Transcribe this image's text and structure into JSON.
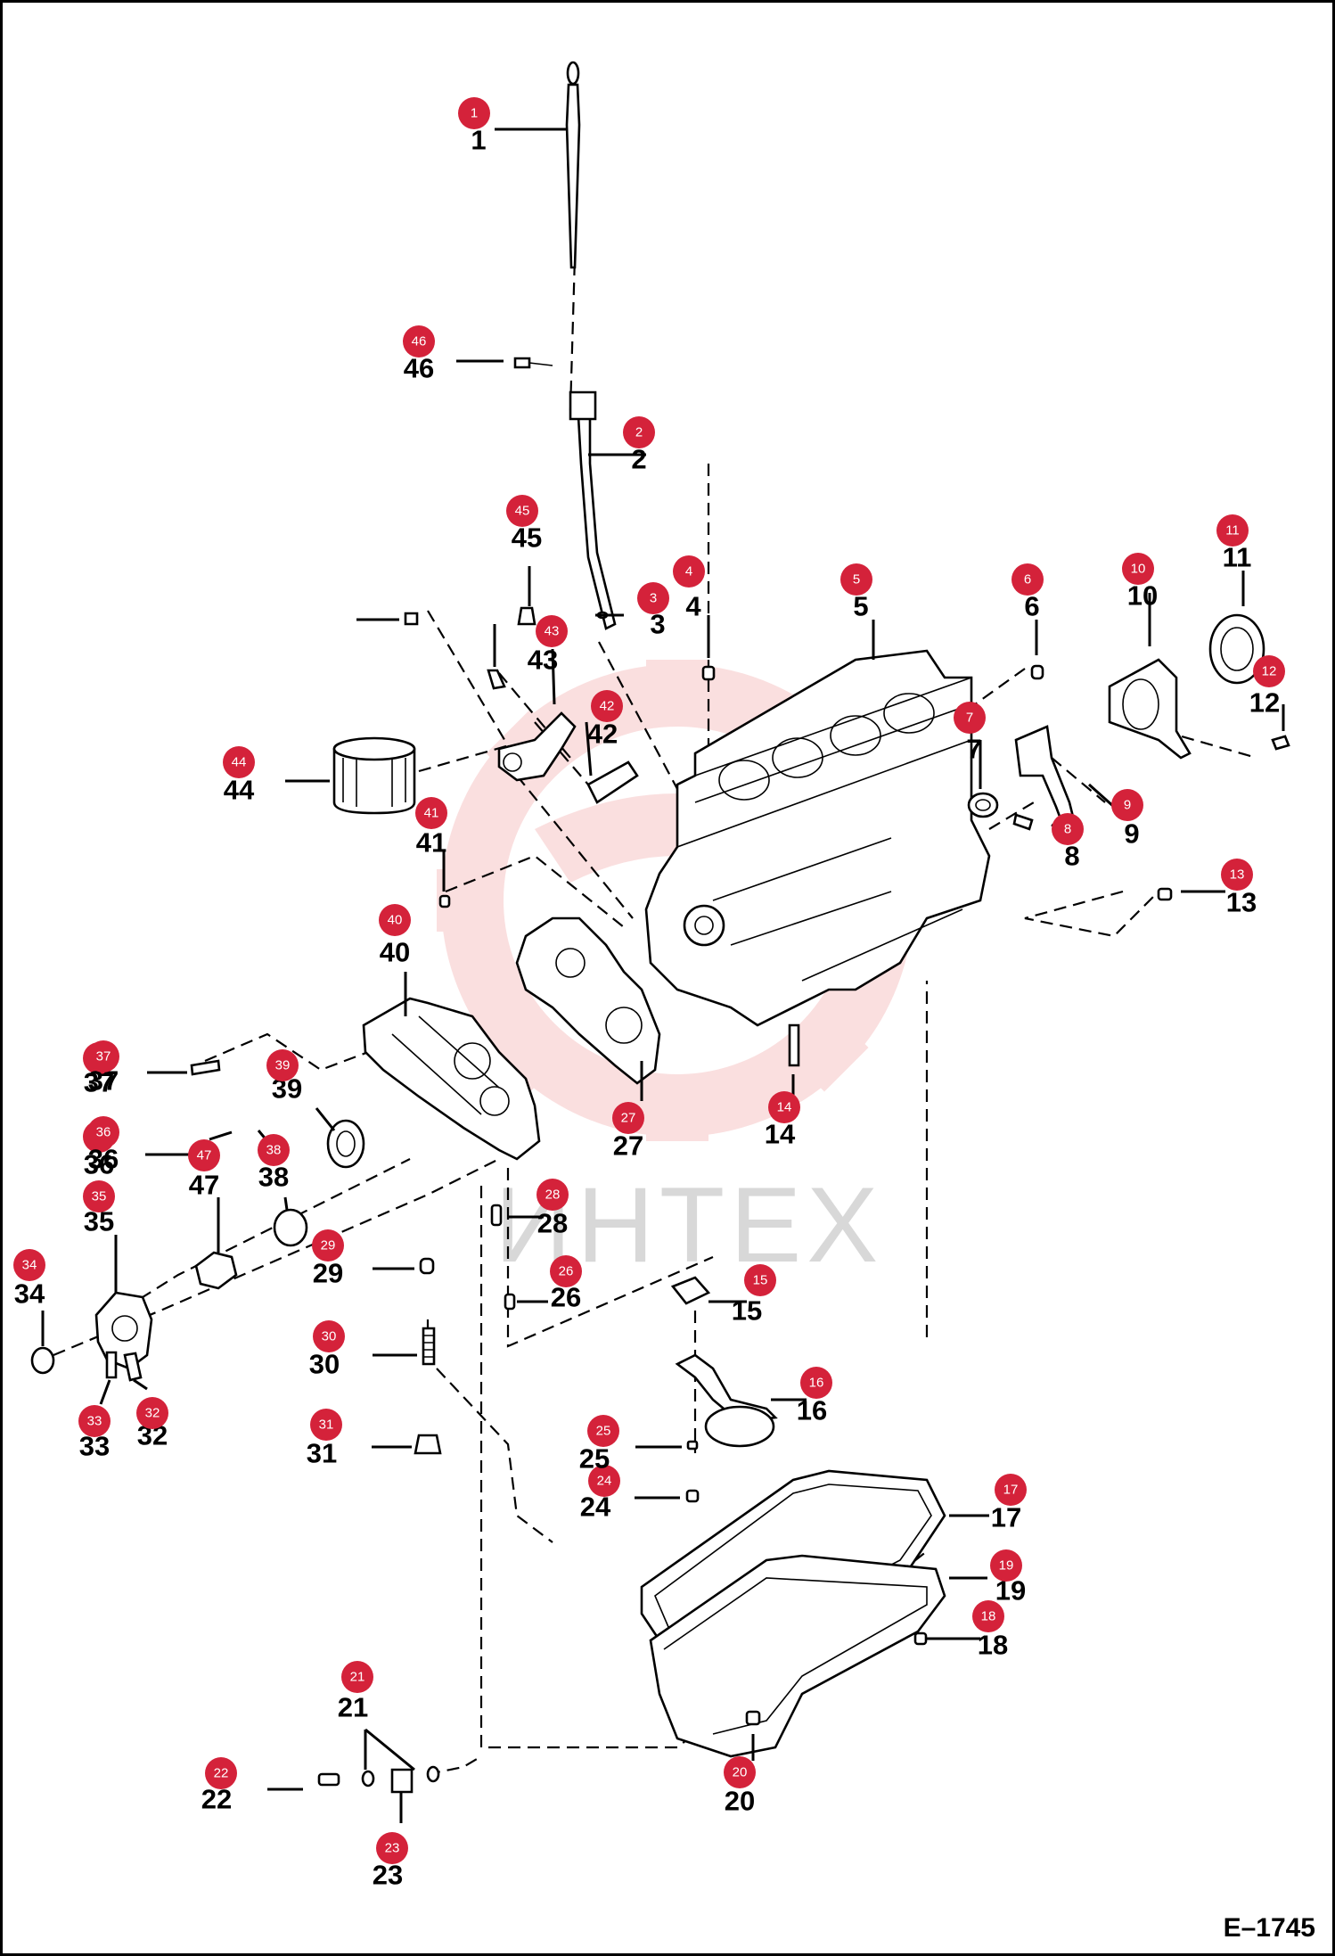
{
  "figure_code": "E–1745",
  "watermark": {
    "text": "ИНТЕХ",
    "color": "#f6c6c6"
  },
  "badge_color": "#d4223a",
  "callouts": [
    {
      "n": "1",
      "label": "1"
    },
    {
      "n": "2",
      "label": "2"
    },
    {
      "n": "3",
      "label": "3"
    },
    {
      "n": "4",
      "label": "4"
    },
    {
      "n": "5",
      "label": "5"
    },
    {
      "n": "6",
      "label": "6"
    },
    {
      "n": "7",
      "label": "7"
    },
    {
      "n": "8",
      "label": "8"
    },
    {
      "n": "9",
      "label": "9"
    },
    {
      "n": "10",
      "label": "10"
    },
    {
      "n": "11",
      "label": "11"
    },
    {
      "n": "12",
      "label": "12"
    },
    {
      "n": "13",
      "label": "13"
    },
    {
      "n": "14",
      "label": "14"
    },
    {
      "n": "15",
      "label": "15"
    },
    {
      "n": "16",
      "label": "16"
    },
    {
      "n": "17",
      "label": "17"
    },
    {
      "n": "18",
      "label": "18"
    },
    {
      "n": "19",
      "label": "19"
    },
    {
      "n": "20",
      "label": "20"
    },
    {
      "n": "21",
      "label": "21"
    },
    {
      "n": "22",
      "label": "22"
    },
    {
      "n": "23",
      "label": "23"
    },
    {
      "n": "24",
      "label": "24"
    },
    {
      "n": "25",
      "label": "25"
    },
    {
      "n": "26",
      "label": "26"
    },
    {
      "n": "27",
      "label": "27"
    },
    {
      "n": "28",
      "label": "28"
    },
    {
      "n": "29",
      "label": "29"
    },
    {
      "n": "30",
      "label": "30"
    },
    {
      "n": "31",
      "label": "31"
    },
    {
      "n": "32",
      "label": "32"
    },
    {
      "n": "33",
      "label": "33"
    },
    {
      "n": "34",
      "label": "34"
    },
    {
      "n": "35",
      "label": "35"
    },
    {
      "n": "36",
      "label": "36"
    },
    {
      "n": "37",
      "label": "37"
    },
    {
      "n": "38",
      "label": "38"
    },
    {
      "n": "39",
      "label": "39"
    },
    {
      "n": "40",
      "label": "40"
    },
    {
      "n": "41",
      "label": "41"
    },
    {
      "n": "42",
      "label": "42"
    },
    {
      "n": "43",
      "label": "43"
    },
    {
      "n": "44",
      "label": "44"
    },
    {
      "n": "45",
      "label": "45"
    },
    {
      "n": "46",
      "label": "46"
    },
    {
      "n": "47",
      "label": "47"
    },
    {
      "n": "36",
      "label": "36"
    },
    {
      "n": "37",
      "label": "37"
    }
  ]
}
